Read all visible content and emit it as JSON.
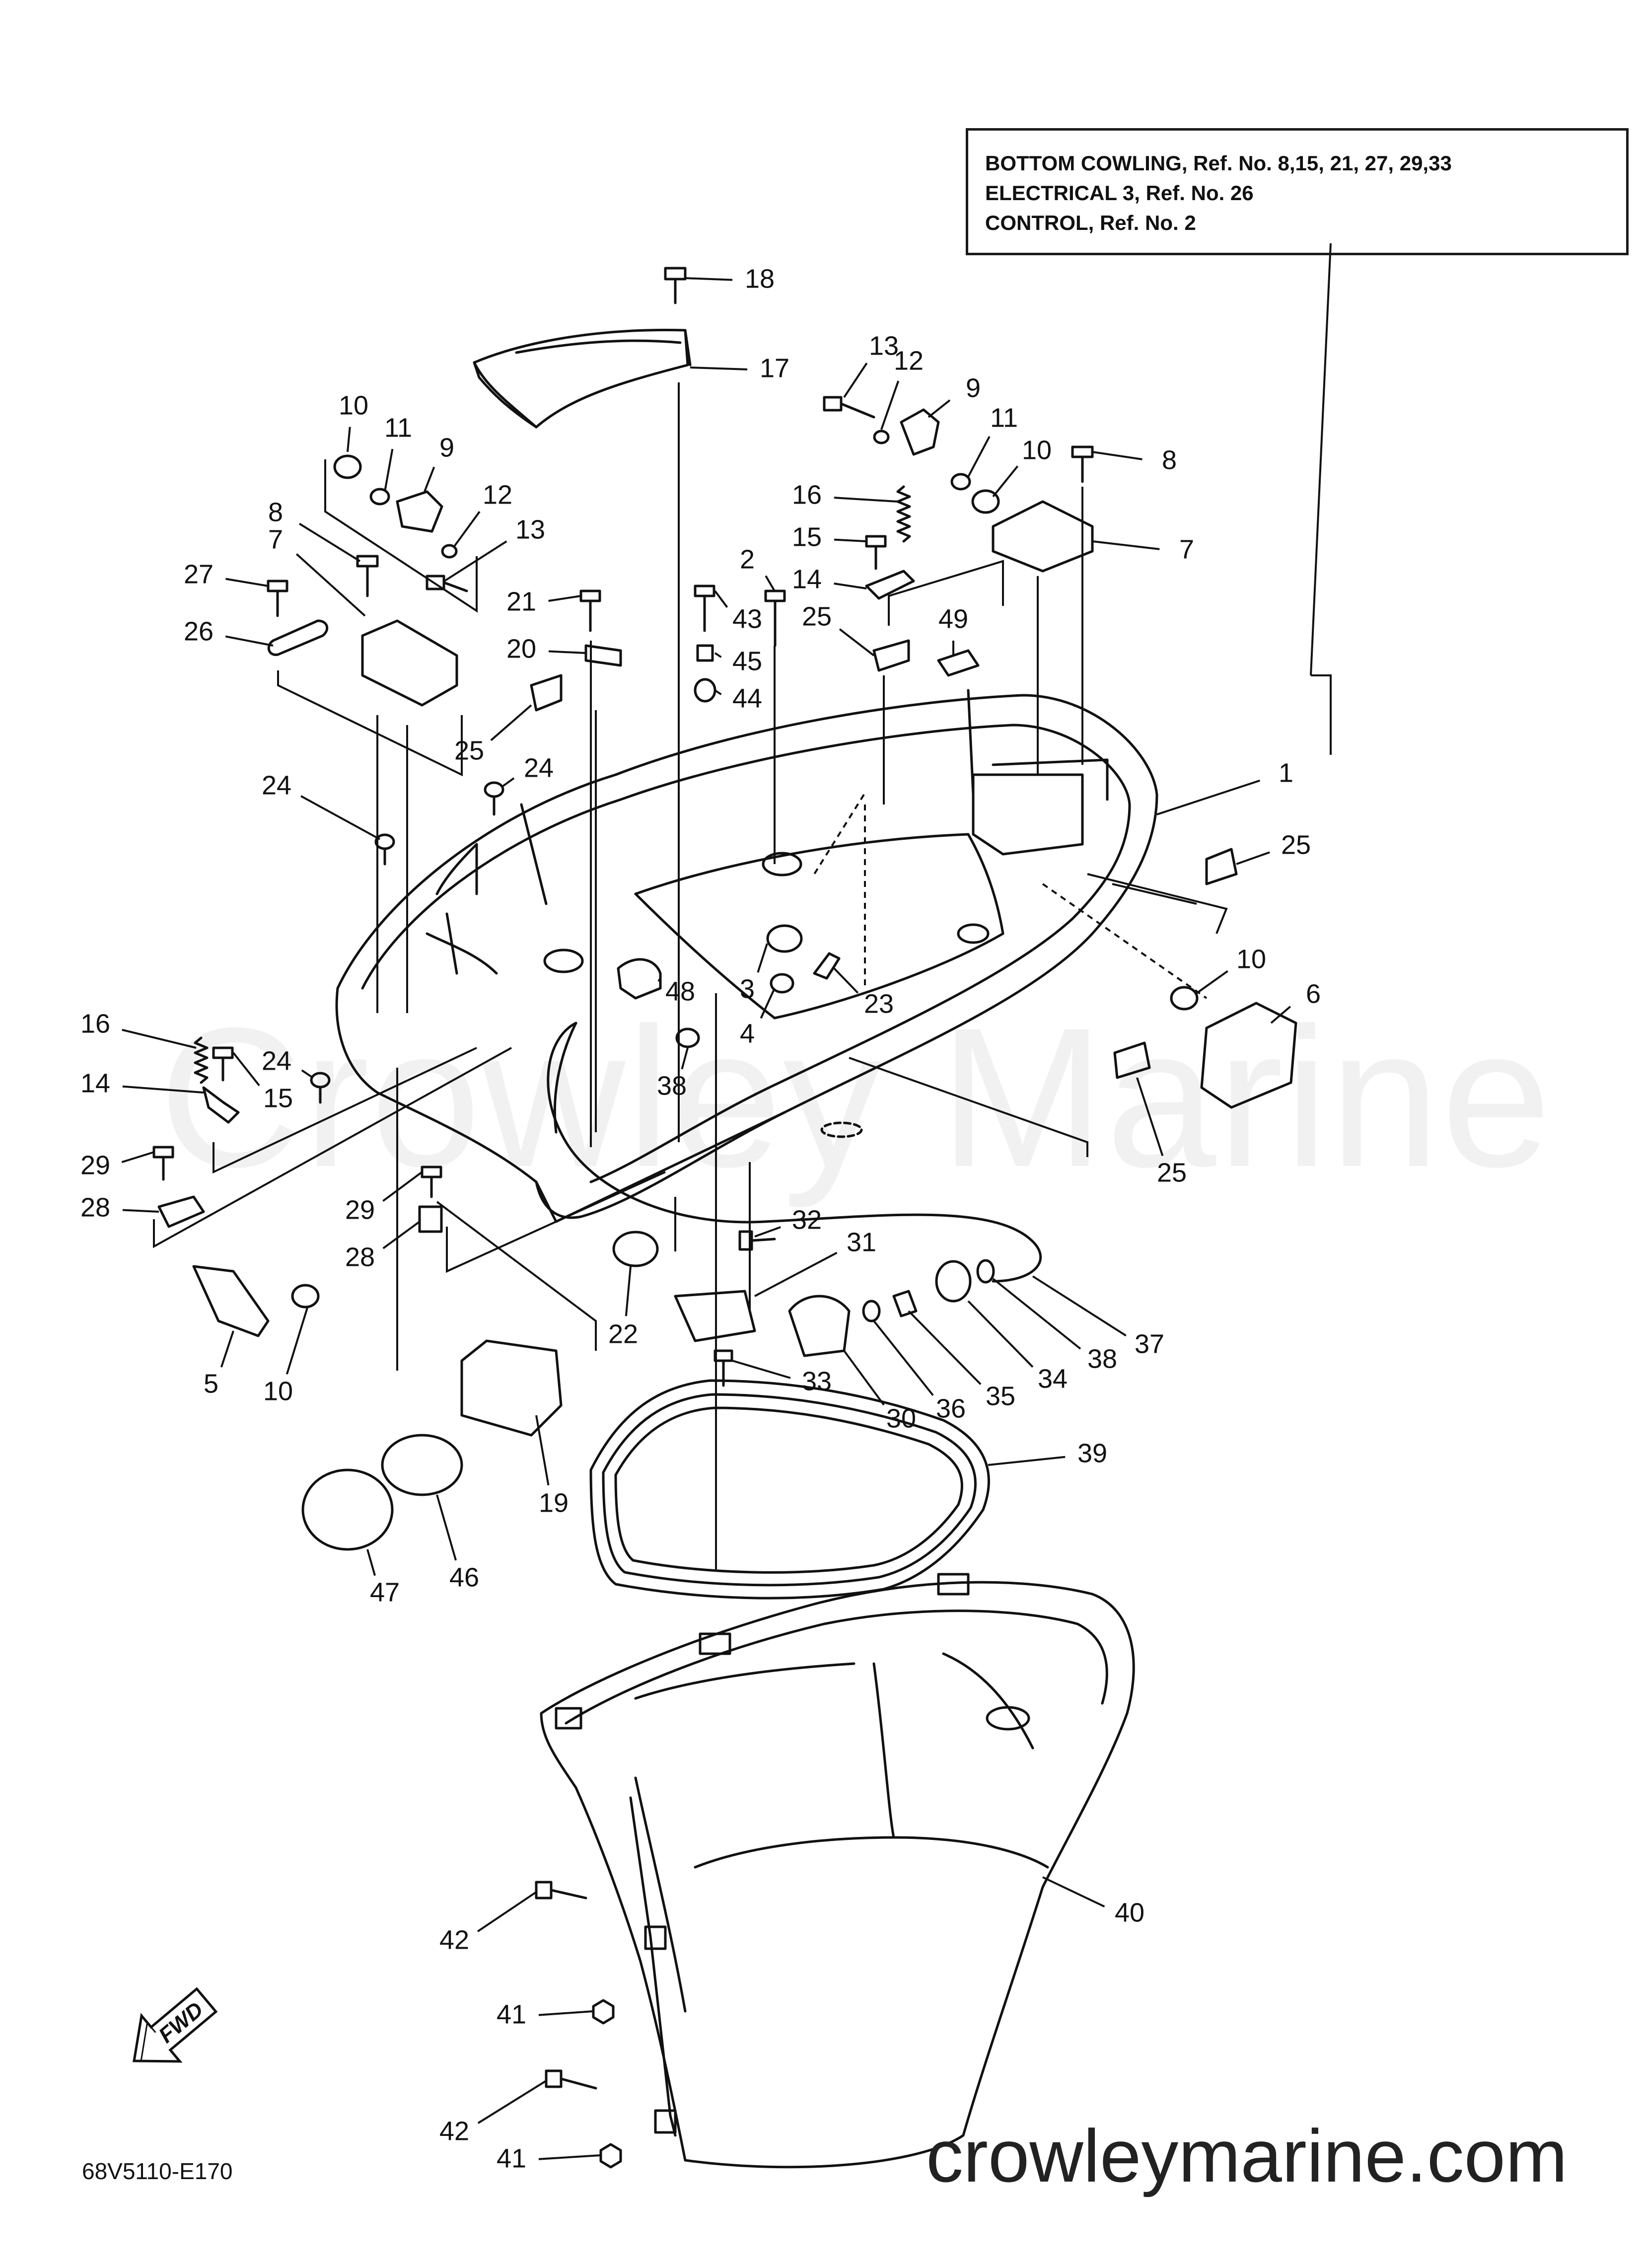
{
  "reference_box": {
    "lines": [
      "BOTTOM COWLING,  Ref. No. 8,15, 21, 27, 29,33",
      "ELECTRICAL 3,  Ref. No. 26",
      "CONTROL,  Ref. No. 2"
    ]
  },
  "diagram_code": "68V5110-E170",
  "watermark_text": "Crowley Marine",
  "site_name": "crowleymarine.com",
  "fwd_label": "FWD",
  "callouts": [
    "1",
    "2",
    "3",
    "4",
    "5",
    "6",
    "7",
    "7",
    "8",
    "8",
    "9",
    "9",
    "10",
    "10",
    "10",
    "10",
    "11",
    "11",
    "12",
    "12",
    "13",
    "13",
    "14",
    "14",
    "15",
    "15",
    "16",
    "16",
    "17",
    "18",
    "19",
    "20",
    "21",
    "22",
    "23",
    "24",
    "24",
    "24",
    "25",
    "25",
    "25",
    "25",
    "26",
    "27",
    "28",
    "28",
    "29",
    "29",
    "30",
    "31",
    "32",
    "33",
    "34",
    "35",
    "36",
    "37",
    "38",
    "38",
    "39",
    "40",
    "41",
    "41",
    "42",
    "42",
    "43",
    "44",
    "45",
    "46",
    "47",
    "48",
    "49"
  ],
  "colors": {
    "ink": "#111111",
    "paper": "#ffffff"
  }
}
